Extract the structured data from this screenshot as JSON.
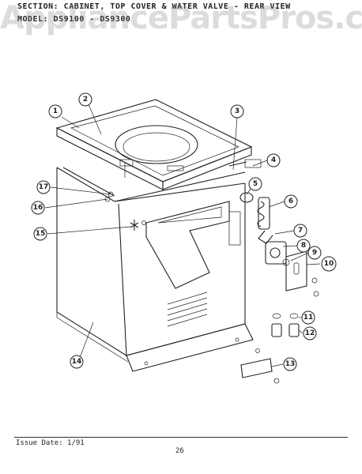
{
  "header": {
    "section_line": "SECTION: CABINET, TOP COVER & WATER VALVE - REAR VIEW",
    "model_line": "MODEL: DS9100 - DS9300"
  },
  "watermark": "AppliancePartsPros.com",
  "footer": {
    "issue_date": "Issue Date: 1/91",
    "page_number": "26"
  },
  "callouts": [
    "1",
    "2",
    "3",
    "4",
    "5",
    "6",
    "7",
    "8",
    "9",
    "10",
    "11",
    "12",
    "13",
    "14",
    "15",
    "16",
    "17"
  ],
  "colors": {
    "line": "#222222",
    "background": "#ffffff"
  }
}
